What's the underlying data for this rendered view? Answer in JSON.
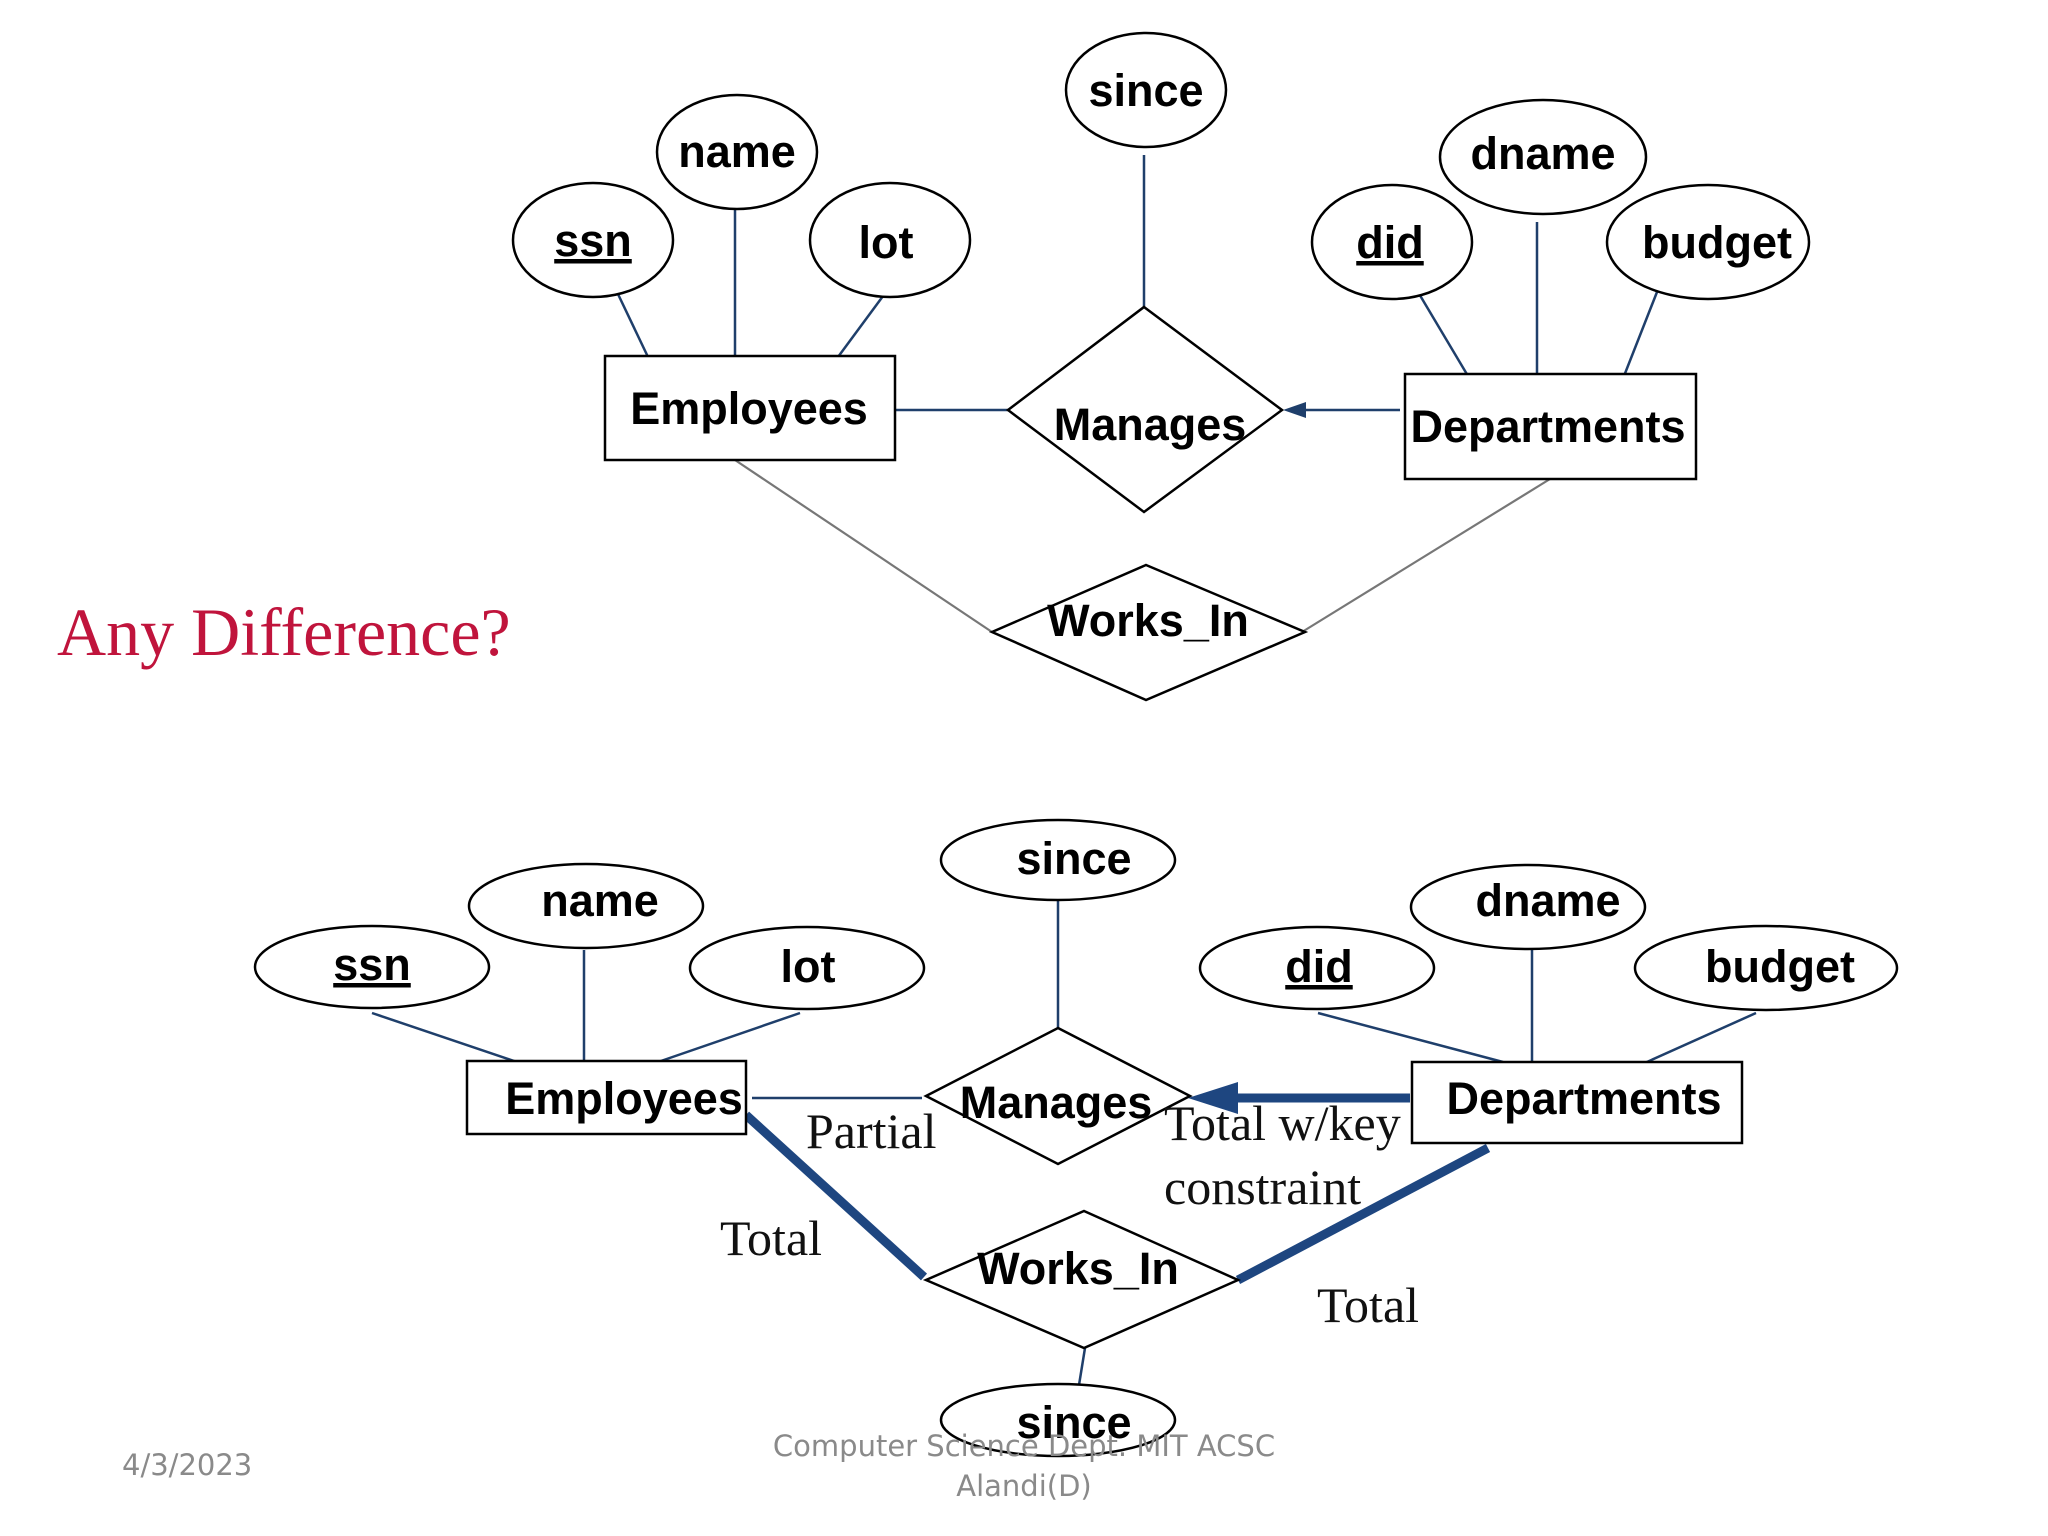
{
  "slide_title": "Any Difference?",
  "top_diagram": {
    "entities": {
      "employees": "Employees",
      "departments": "Departments"
    },
    "relationships": {
      "manages": "Manages",
      "works_in": "Works_In"
    },
    "attributes": {
      "ssn": "ssn",
      "name": "name",
      "lot": "lot",
      "since": "since",
      "did": "did",
      "dname": "dname",
      "budget": "budget"
    }
  },
  "bottom_diagram": {
    "entities": {
      "employees": "Employees",
      "departments": "Departments"
    },
    "relationships": {
      "manages": "Manages",
      "works_in": "Works_In"
    },
    "attributes": {
      "ssn": "ssn",
      "name": "name",
      "lot": "lot",
      "since_manages": "since",
      "did": "did",
      "dname": "dname",
      "budget": "budget",
      "since_works_in": "since"
    },
    "annotations": {
      "partial": "Partial",
      "total_key_line1": "Total w/key",
      "total_key_line2": "constraint",
      "total_left": "Total",
      "total_right": "Total"
    }
  },
  "footer": {
    "date": "4/3/2023",
    "dept_line1": "Computer Science Dept. MIT ACSC",
    "dept_line2": "Alandi(D)"
  },
  "colors": {
    "title": "#c0143c",
    "line_blue": "#1f3f6b",
    "thick_blue": "#1e4680",
    "gray_line": "#777777"
  }
}
